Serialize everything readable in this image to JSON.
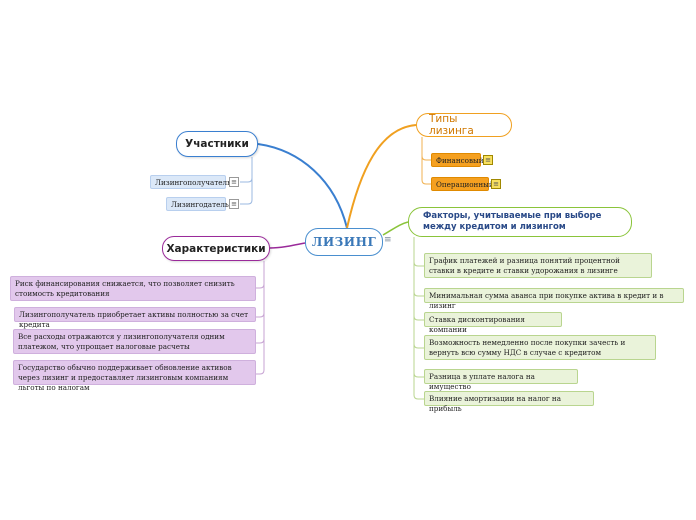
{
  "central": {
    "label": "ЛИЗИНГ"
  },
  "participants": {
    "label": "Участники",
    "items": [
      "Лизингополучатель",
      "Лизингодатель"
    ]
  },
  "types": {
    "label": "Типы лизинга",
    "items": [
      "Финансовый",
      "Операционный"
    ]
  },
  "characteristics": {
    "label": "Характеристики",
    "items": [
      "Риск финансирования снижается, что позволяет снизить стоимость кредитования",
      "Лизингополучатель приобретает активы полностью за счет кредита",
      "Все расходы отражаются у лизингополучателя одним платежом, что упрощает налоговые расчеты",
      "Государство обычно поддерживает обновление активов через лизинг и предоставляет лизинговым компаниям льготы по налогам"
    ]
  },
  "factors": {
    "label": "Факторы, учитываемые при выборе между кредитом и лизингом",
    "items": [
      "График платежей и разница понятий процентной ставки в кредите и ставки удорожания в лизинге",
      "Минимальная сумма аванса при покупке актива в кредит и в лизинг",
      "Ставка дисконтирования компании",
      "Возможность немедленно после покупки зачесть и вернуть всю сумму НДС в случае с кредитом",
      "Разница в уплате налога на имущество",
      "Влияние амортизации на налог на прибыль"
    ]
  },
  "colors": {
    "central": "#4a8fcf",
    "participants": "#3a7fd0",
    "types": "#f0a020",
    "characteristics": "#9a2a9a",
    "factors": "#8ac43a"
  },
  "icons": {
    "note": "note-icon"
  }
}
